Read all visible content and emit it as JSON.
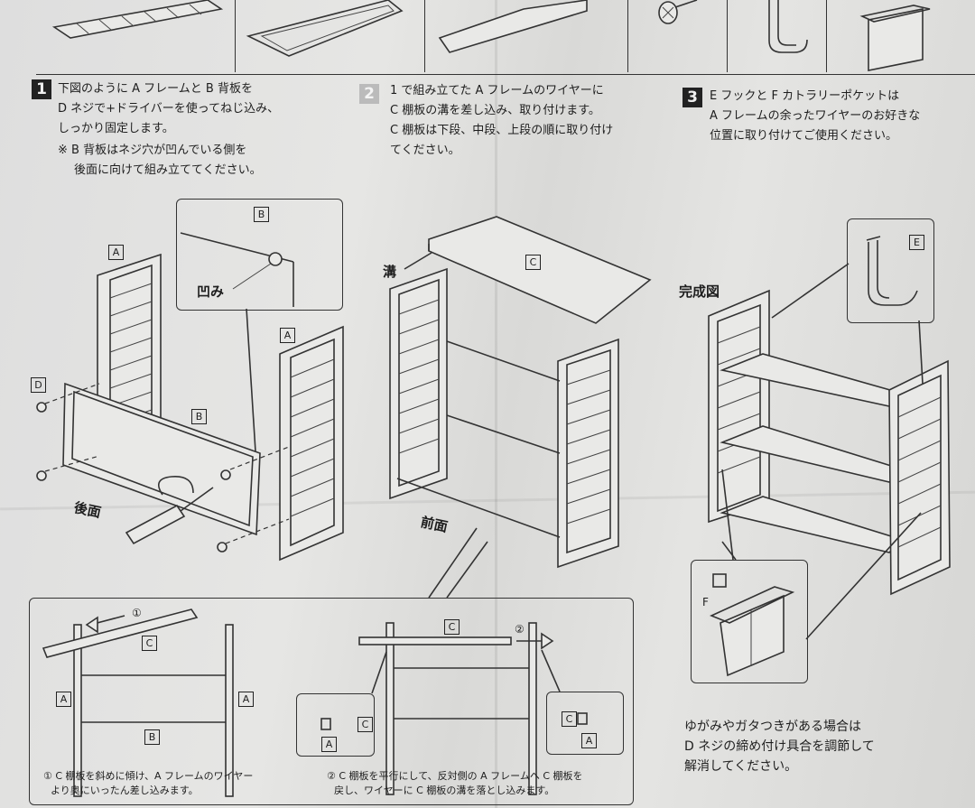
{
  "step1": {
    "number": "1",
    "lines": [
      "下図のように A フレームと B 背板を",
      "D ネジで+ドライバーを使ってねじ込み、",
      "しっかり固定します。"
    ],
    "note_line1": "※ B 背板はネジ穴が凹んでいる側を",
    "note_line2": "後面に向けて組み立ててください。"
  },
  "step2": {
    "number": "2",
    "lines": [
      "1 で組み立てた A フレームのワイヤーに",
      "C 棚板の溝を差し込み、取り付けます。",
      "C 棚板は下段、中段、上段の順に取り付け",
      "てください。"
    ]
  },
  "step3": {
    "number": "3",
    "lines": [
      "E フックと F カトラリーポケットは",
      "A フレームの余ったワイヤーのお好きな",
      "位置に取り付けてご使用ください。"
    ]
  },
  "labels": {
    "A": "A",
    "B": "B",
    "C": "C",
    "D": "D",
    "E": "E",
    "F": "F",
    "hekomi": "凹み",
    "mizo": "溝",
    "koumen": "後面",
    "zenmen": "前面",
    "kanseizu": "完成図",
    "circle1": "①",
    "circle2": "②"
  },
  "bottom": {
    "note1_line1": "① C 棚板を斜めに傾け、A フレームのワイヤー",
    "note1_line2": "より奥にいったん差し込みます。",
    "note2_line1": "② C 棚板を平行にして、反対側の A フレームへ C 棚板を",
    "note2_line2": "戻し、ワイヤーに C 棚板の溝を落とし込みます。"
  },
  "adjust": {
    "line1": "ゆがみやガタつきがある場合は",
    "line2": "D ネジの締め付け具合を調節して",
    "line3": "解消してください。"
  }
}
